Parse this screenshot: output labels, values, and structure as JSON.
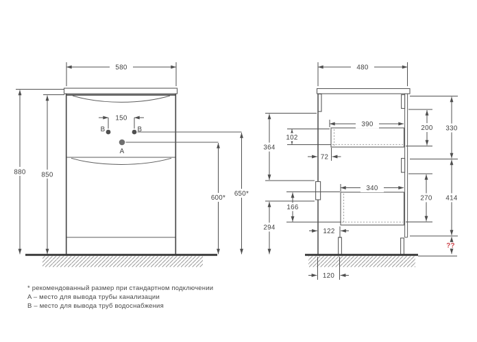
{
  "drawing": {
    "front_view": {
      "width": "580",
      "overall_height": "880",
      "cabinet_height": "850",
      "outlet_spacing": "150",
      "drain_outlet_height": "600*",
      "water_outlet_height": "650*",
      "point_a_label": "A",
      "point_b_label": "B"
    },
    "side_view": {
      "depth": "480",
      "top_drawer_depth": "390",
      "top_drawer_inner_height": "102",
      "upper_front_height": "364",
      "front_to_drawer_gap": "72",
      "rail_to_drawer_top": "200",
      "upper_section_height": "330",
      "bottom_drawer_depth": "340",
      "bottom_drawer_inner_height": "166",
      "lower_front_height": "294",
      "rail_to_drawer_bottom": "270",
      "lower_section_height": "414",
      "leg_setback": "122",
      "leg_setback_at_floor": "120",
      "unknown_value": "??"
    },
    "notes": {
      "recommended": "* рекомендованный размер при стандартном подключении",
      "point_a": "A – место для вывода трубы канализации",
      "point_b": "B – место для вывода труб водоснабжения"
    },
    "colors": {
      "line": "#5a5a5a",
      "text": "#3f3f3f",
      "accent_red": "#cc4249"
    }
  }
}
